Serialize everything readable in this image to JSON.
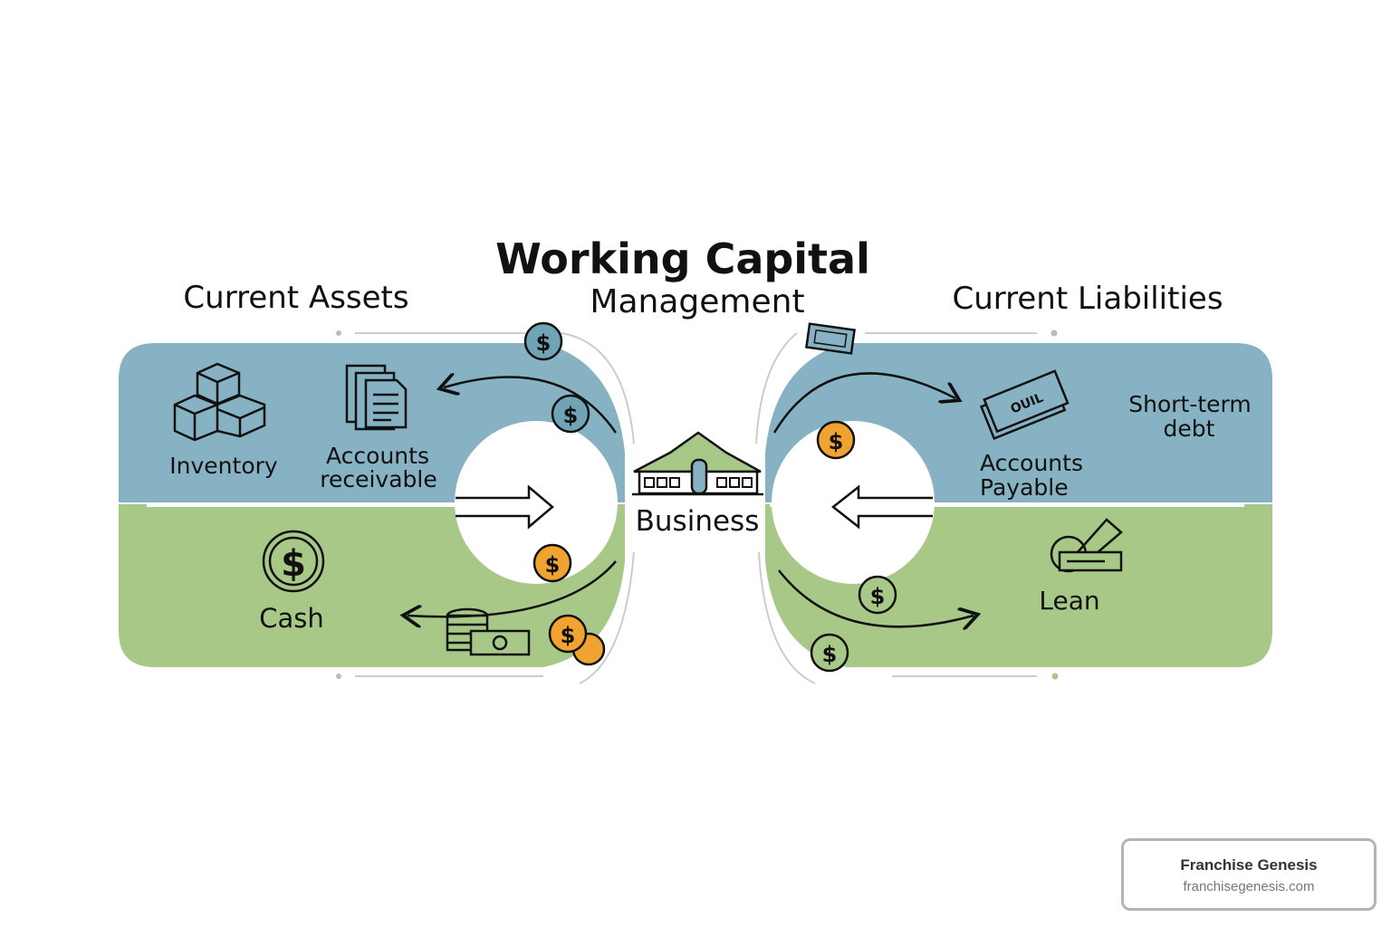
{
  "title_line1": "Working Capital",
  "title_line2": "Management",
  "left_header": "Current Assets",
  "right_header": "Current Liabilities",
  "center_label": "Business",
  "assets": {
    "inventory": "Inventory",
    "receivable_1": "Accounts",
    "receivable_2": "receivable",
    "cash": "Cash"
  },
  "liabilities": {
    "payable_1": "Accounts",
    "payable_2": "Payable",
    "debt_1": "Short-term",
    "debt_2": "debt",
    "lean": "Lean",
    "bill_text": "OUIL"
  },
  "coin_symbol": "$",
  "colors": {
    "blue": "#86b2c4",
    "green": "#a8c888",
    "coin_gold": "#f0a330",
    "coin_teal": "#6fa3b5"
  },
  "badge": {
    "title": "Franchise Genesis",
    "url": "franchisegenesis.com"
  }
}
